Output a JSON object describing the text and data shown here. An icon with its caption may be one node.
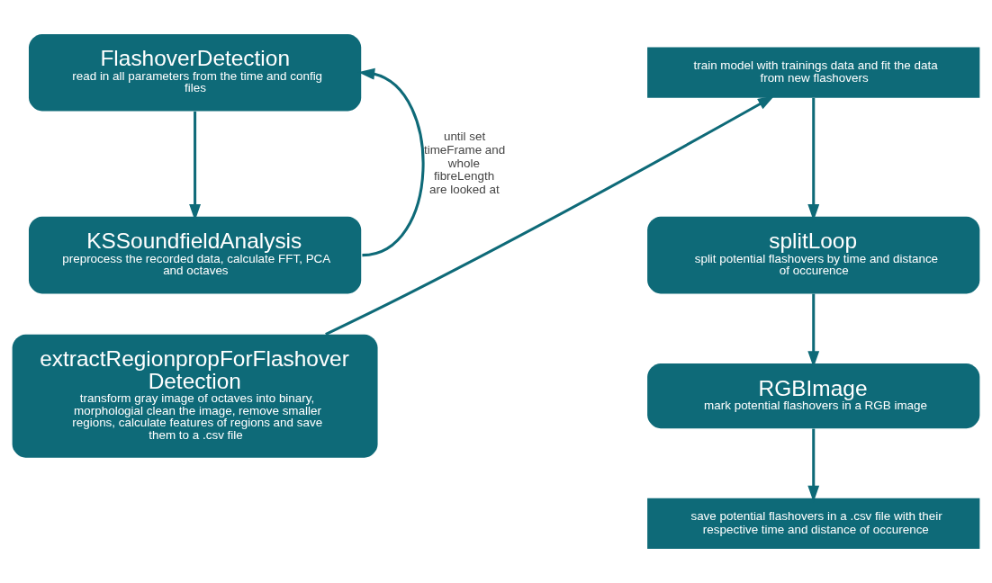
{
  "diagram": {
    "nodes": [
      {
        "text": [
          "FlashoverDetection",
          "read in all parameters from the time and config files"
        ]
      },
      {
        "text": [
          "KSSoundfieldAnalysis",
          "preprocess the recorded data, calculate FFT, PCA and octaves"
        ]
      },
      {
        "text": [
          "extractRegionpropForFlashover Detection",
          "transform gray image of octaves into binary, morphologial clean the image, remove smaller regions, calculate features of regions and save them to a .csv file"
        ]
      },
      {
        "text": [
          "train model with trainings data and fit the data from new flashovers"
        ]
      },
      {
        "text": [
          "splitLoop",
          "split potential flashovers by time and distance of occurence"
        ]
      },
      {
        "text": [
          "RGBImage",
          "mark potential flashovers in a RGB image"
        ]
      },
      {
        "text": [
          "save potential flashovers in a .csv file with their respective time and distance of occurence"
        ]
      }
    ],
    "edges": [
      {
        "from": 0,
        "to": 1,
        "arrow": "to"
      },
      {
        "from": 1,
        "to": 0,
        "arrow": "to",
        "label": "until set timeFrame and whole fibreLength are looked at"
      },
      {
        "from": 2,
        "to": 3,
        "arrow": "to"
      },
      {
        "from": 3,
        "to": 4,
        "arrow": "to"
      },
      {
        "from": 4,
        "to": 5,
        "arrow": "to"
      },
      {
        "from": 5,
        "to": 6,
        "arrow": "to"
      }
    ]
  }
}
